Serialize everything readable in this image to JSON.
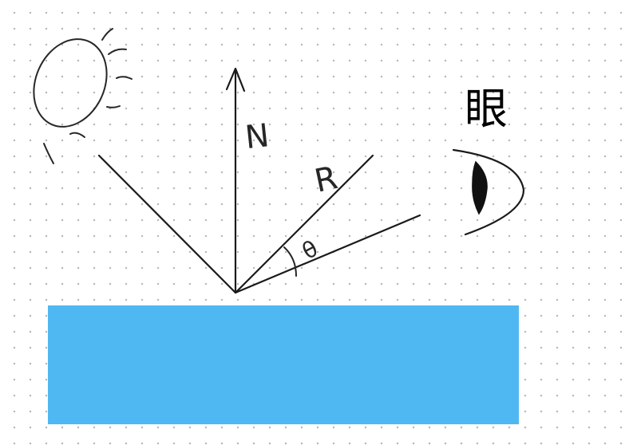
{
  "diagram": {
    "labels": {
      "normal": "N",
      "reflection": "R",
      "angle": "θ",
      "eye": "眼"
    },
    "icons": [
      "sun-icon",
      "eye-icon"
    ],
    "colors": {
      "surface": "#4fb8f3",
      "ink": "#1a1a1a",
      "grid_dot": "#b9b9b9"
    }
  }
}
